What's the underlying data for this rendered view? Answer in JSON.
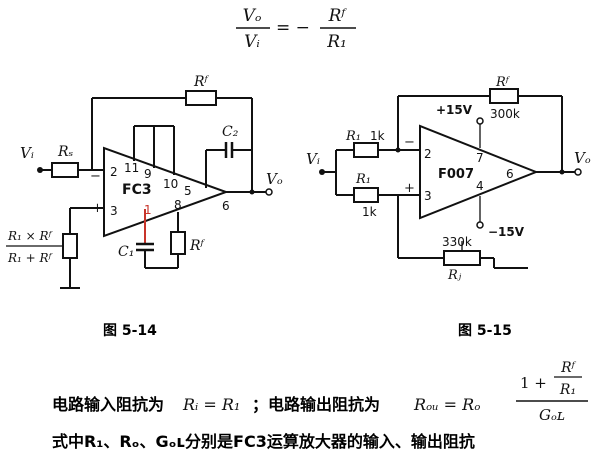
{
  "formula_top": {
    "lhs_num": "Vₒ",
    "lhs_den": "Vᵢ",
    "eq": "= −",
    "rhs_num": "Rᶠ",
    "rhs_den": "R₁"
  },
  "fig14": {
    "caption": "图 5-14",
    "vin": "Vᵢ",
    "vout": "Vₒ",
    "rs": "Rₛ",
    "rf": "Rᶠ",
    "c2": "C₂",
    "c1": "C₁",
    "rf_small": "Rᶠ",
    "chip": "FC3",
    "pins": [
      "2",
      "11",
      "9",
      "10",
      "5",
      "3",
      "1",
      "8",
      "6"
    ],
    "minus": "−",
    "plus": "+",
    "bias_num": "R₁ × Rᶠ",
    "bias_den": "R₁ + Rᶠ"
  },
  "fig15": {
    "caption": "图 5-15",
    "vin": "Vᵢ",
    "vout": "Vₒ",
    "r1": "R₁",
    "r1_val": "1k",
    "r1b": "R₁",
    "r1b_val": "1k",
    "rf": "Rᶠ",
    "rf_val": "300k",
    "chip": "F007",
    "vpos": "+15V",
    "vneg": "−15V",
    "pins": [
      "2",
      "3",
      "7",
      "4",
      "6"
    ],
    "minus": "−",
    "plus": "+",
    "pot_val": "330k",
    "pot": "Rⱼ"
  },
  "text_lines": {
    "line1_a": "电路输入阻抗为",
    "line1_ri": "Rᵢ = R₁",
    "line1_b": "；电路输出阻抗为",
    "line1_ro": "Rₒᵤ = Rₒ",
    "frac_top": "1 +",
    "frac_rf": "Rᶠ",
    "frac_r1": "R₁",
    "frac_den": "Gₒʟ",
    "line2": "式中R₁、Rₒ、Gₒʟ分别是FC3运算放大器的输入、输出阻抗"
  }
}
